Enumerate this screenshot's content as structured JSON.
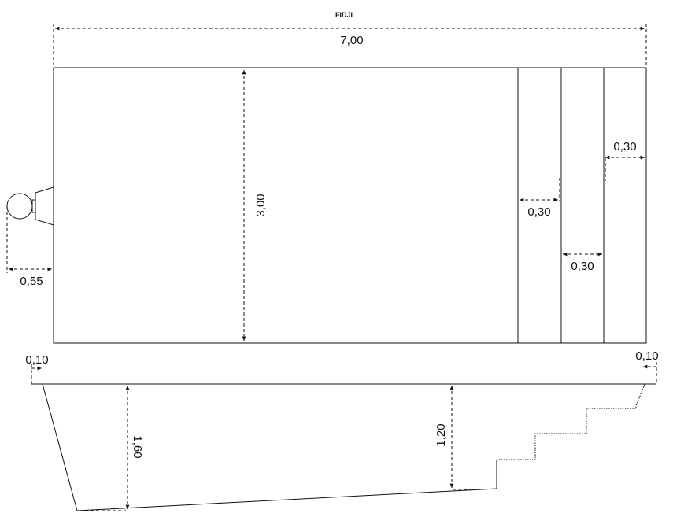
{
  "title": "FIDJI",
  "plan": {
    "length": "7,00",
    "width": "3,00",
    "step_widths": [
      "0,30",
      "0,30",
      "0,30"
    ],
    "skimmer_offset": "0,55"
  },
  "section": {
    "left_edge": "0,10",
    "right_edge": "0,10",
    "deep_depth": "1,60",
    "shallow_depth": "1,20"
  }
}
